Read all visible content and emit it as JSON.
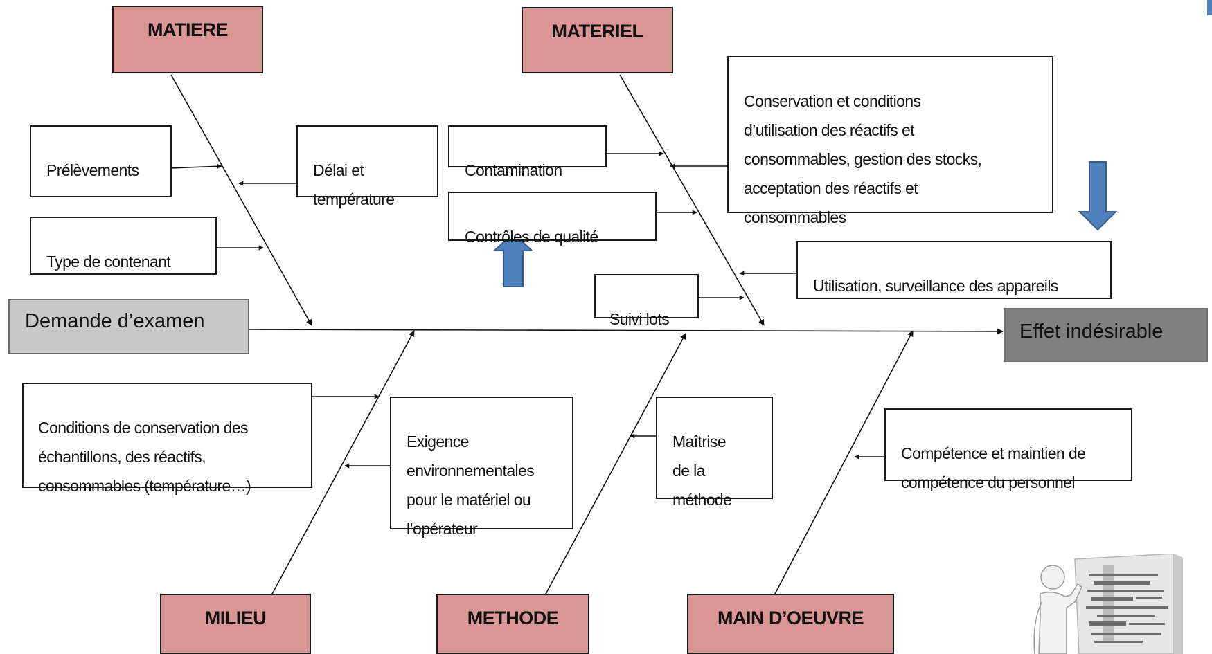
{
  "diagram": {
    "start_label": "Demande d’examen",
    "effect_label": "Effet indésirable",
    "categories": {
      "matiere": "MATIERE",
      "materiel": "MATERIEL",
      "milieu": "MILIEU",
      "methode": "METHODE",
      "main_oeuvre": "MAIN D’OEUVRE"
    },
    "causes": {
      "prelevements": "Prélèvements",
      "delai": "Délai et\ntempérature",
      "contenant": "Type de contenant",
      "contamination": "Contamination",
      "controles": "Contrôles de qualité",
      "conservation_reactifs": "Conservation et conditions\nd’utilisation des réactifs et\nconsommables, gestion des stocks,\nacceptation des réactifs et\nconsommables",
      "suivi_lots": "Suivi lots",
      "appareils": "Utilisation, surveillance des appareils",
      "conservation_echantillons": "Conditions de conservation des\néchantillons, des réactifs,\nconsommables (température…)",
      "exigence": "Exigence\nenvironnementales\npour  le matériel ou\nl’opérateur",
      "maitrise": "Maîtrise\nde la\nméthode",
      "competence": "Compétence et maintien de\ncompétence du personnel"
    },
    "colors": {
      "category_fill": "#d99694",
      "start_fill": "#c8c8c8",
      "effect_fill": "#808080",
      "highlight_arrow": "#4f81bd"
    },
    "decorations": {
      "figure_icon": "person-pushing-word-cloud-board-icon"
    }
  }
}
